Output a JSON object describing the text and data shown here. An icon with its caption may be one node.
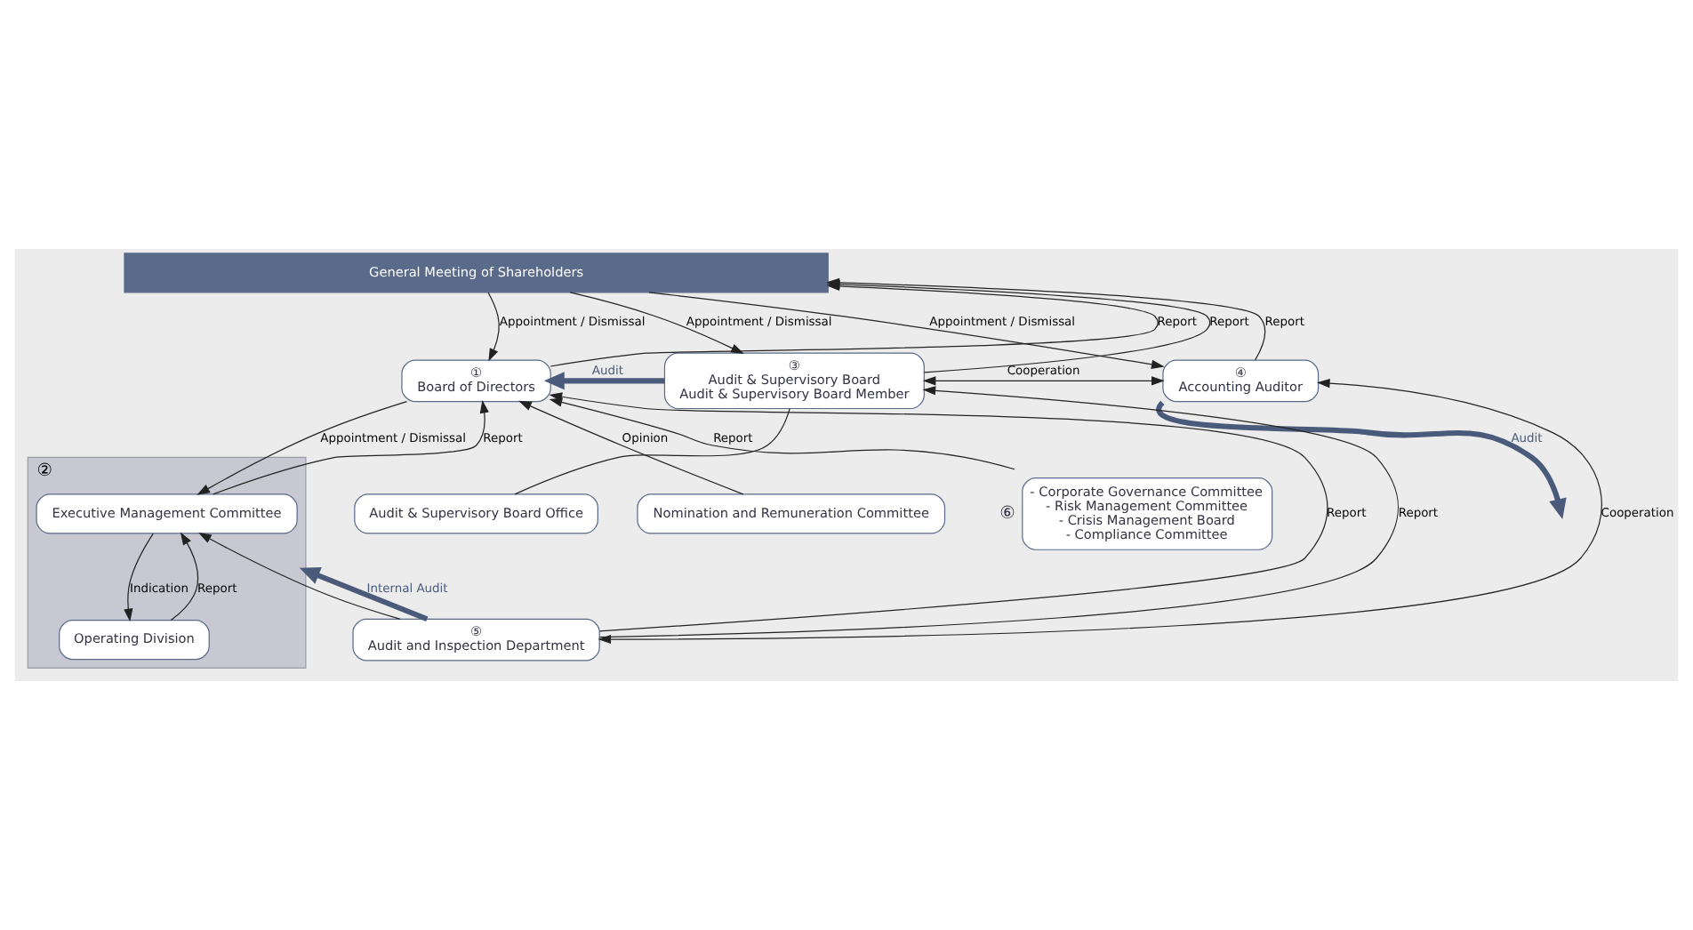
{
  "diagram": {
    "nodes": [
      {
        "text": [
          "General Meeting of Shareholders"
        ]
      },
      {
        "text": [
          "①",
          "Board of Directors"
        ]
      },
      {
        "text": [
          "②"
        ]
      },
      {
        "text": [
          "Executive Management Committee"
        ],
        "in": 2
      },
      {
        "text": [
          "Operating Division"
        ],
        "in": 2
      },
      {
        "text": [
          "③",
          "Audit & Supervisory Board",
          "Audit & Supervisory Board Member"
        ]
      },
      {
        "text": [
          "Audit & Supervisory Board Office"
        ]
      },
      {
        "text": [
          "Nomination and Remuneration Committee"
        ]
      },
      {
        "text": [
          "- Corporate Governance Committee",
          "- Risk Management Committee",
          "- Crisis Management Board",
          "- Compliance Committee"
        ],
        "beside": [
          "⑥"
        ]
      },
      {
        "text": [
          "④",
          "Accounting Auditor"
        ]
      },
      {
        "text": [
          "⑤",
          "Audit and Inspection Department"
        ]
      }
    ],
    "edges": [
      {
        "from": 0,
        "to": 1,
        "arrow": "to",
        "label": "Appointment / Dismissal"
      },
      {
        "from": 1,
        "to": 0,
        "arrow": "to",
        "label": "Report"
      },
      {
        "from": 0,
        "to": 5,
        "arrow": "to",
        "label": "Appointment / Dismissal"
      },
      {
        "from": 5,
        "to": 0,
        "arrow": "to",
        "label": "Report"
      },
      {
        "from": 0,
        "to": 9,
        "arrow": "to",
        "label": "Appointment / Dismissal"
      },
      {
        "from": 9,
        "to": 0,
        "arrow": "to",
        "label": "Report"
      },
      {
        "from": 5,
        "to": 1,
        "arrow": "to",
        "label": "Audit",
        "style": "thick",
        "color": "#4a5a7a"
      },
      {
        "from": 5,
        "to": 9,
        "arrow": "both",
        "label": "Cooperation"
      },
      {
        "from": 5,
        "to": 6,
        "arrow": "none"
      },
      {
        "from": 7,
        "to": 1,
        "arrow": "to",
        "label": "Opinion"
      },
      {
        "from": 8,
        "to": 1,
        "arrow": "to",
        "label": "Report"
      },
      {
        "from": 1,
        "to": 3,
        "arrow": "to",
        "label": "Appointment / Dismissal"
      },
      {
        "from": 3,
        "to": 1,
        "arrow": "to",
        "label": "Report"
      },
      {
        "from": 3,
        "to": 4,
        "arrow": "to",
        "label": "Indication"
      },
      {
        "from": 4,
        "to": 3,
        "arrow": "to",
        "label": "Report"
      },
      {
        "from": 10,
        "to": 1,
        "arrow": "to",
        "label": "Report"
      },
      {
        "from": 10,
        "to": 3,
        "arrow": "to"
      },
      {
        "from": 10,
        "to": 5,
        "arrow": "to",
        "label": "Report"
      },
      {
        "from": 9,
        "to": null,
        "arrow": "to",
        "label": "Audit",
        "style": "thick",
        "color": "#4a5a7a"
      },
      {
        "from": 10,
        "to": 2,
        "arrow": "to",
        "label": "Internal Audit",
        "style": "thick",
        "color": "#4a5a7a"
      },
      {
        "from": 10,
        "to": 9,
        "arrow": "both",
        "label": "Cooperation"
      }
    ]
  }
}
